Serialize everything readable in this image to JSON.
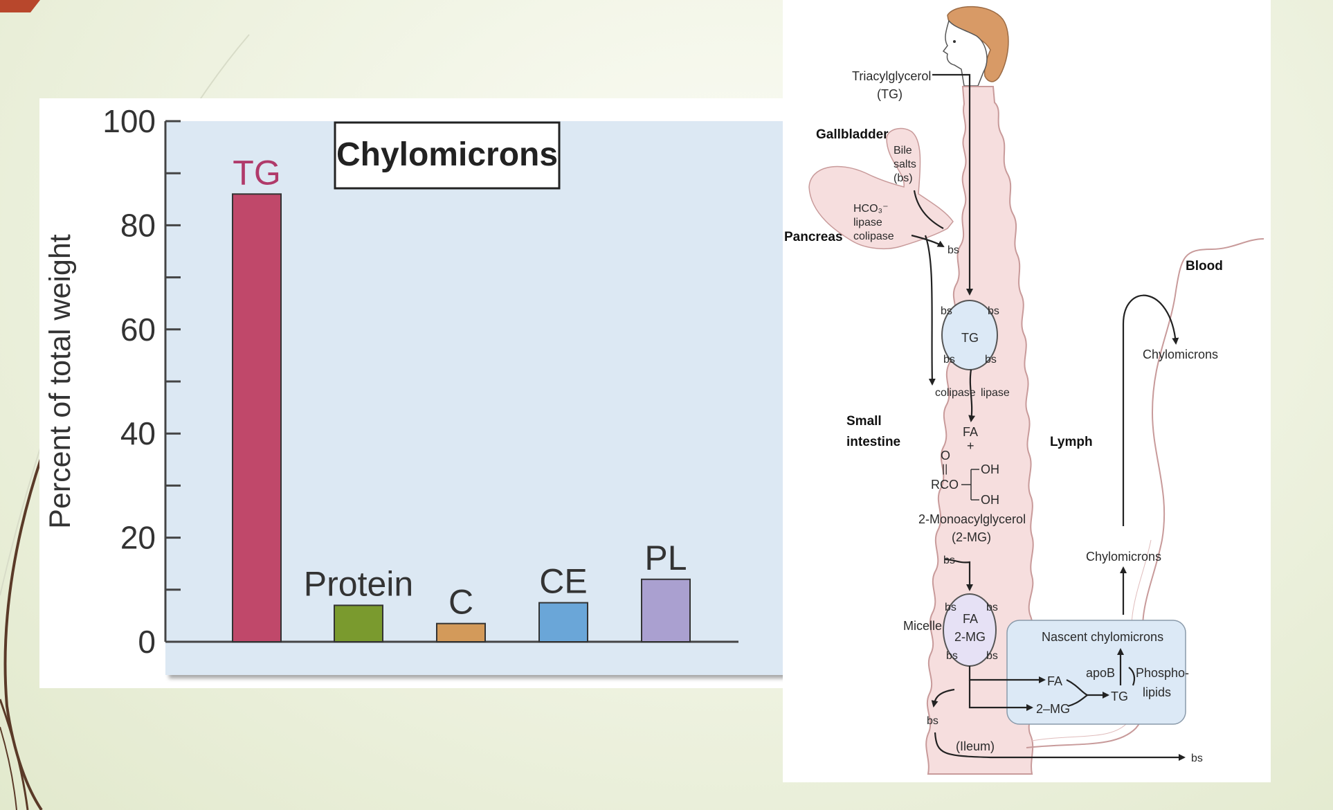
{
  "colors": {
    "plot_background": "#dce8f3",
    "tg": "#c0486a",
    "protein": "#7a9a2e",
    "c": "#d39a5a",
    "ce": "#6aa6d8",
    "pl": "#aaa0d0",
    "tg_label": "#b03a6a",
    "intestine": "#f6dede",
    "intestine_stroke": "#c89a9a",
    "lymph_box": "#dce9f6",
    "hair": "#d89a66"
  },
  "chart_data": {
    "type": "bar",
    "title": "Chylomicrons",
    "ylabel": "Percent of total weight",
    "xlabel": "",
    "ylim": [
      0,
      100
    ],
    "yticks": [
      0,
      20,
      40,
      60,
      80,
      100
    ],
    "grid": false,
    "categories": [
      "TG",
      "Protein",
      "C",
      "CE",
      "PL"
    ],
    "values": [
      86,
      7,
      3.5,
      7.5,
      12
    ]
  },
  "diagram": {
    "triacylglycerol": "Triacylglycerol",
    "tg_abbrev": "(TG)",
    "gallbladder": "Gallbladder",
    "bile_1": "Bile",
    "bile_2": "salts",
    "bile_3": "(bs)",
    "hco3": "HCO₃⁻",
    "lipase": "lipase",
    "colipase": "colipase",
    "pancreas": "Pancreas",
    "bs": "bs",
    "tg": "TG",
    "colipase2": "colipase",
    "lipase2": "lipase",
    "fa": "FA",
    "plus": "+",
    "small": "Small",
    "intestine": "intestine",
    "o": "O",
    "dbl": "||",
    "rco": "RCO",
    "oh1": "OH",
    "oh2": "OH",
    "mg_name": "2-Monoacylglycerol",
    "mg_abbrev": "(2-MG)",
    "micelle": "Micelle",
    "micelle_fa": "FA",
    "micelle_mg": "2-MG",
    "lymph": "Lymph",
    "blood": "Blood",
    "chylo_blood": "Chylomicrons",
    "chylo_lymph": "Chylomicrons",
    "nascent": "Nascent chylomicrons",
    "apob": "apoB",
    "phospho": "Phospho-",
    "lipids": "lipids",
    "fa_out": "FA",
    "mg_out": "2–MG",
    "tg_out": "TG",
    "ileum": "(Ileum)",
    "bs_out": "bs"
  }
}
